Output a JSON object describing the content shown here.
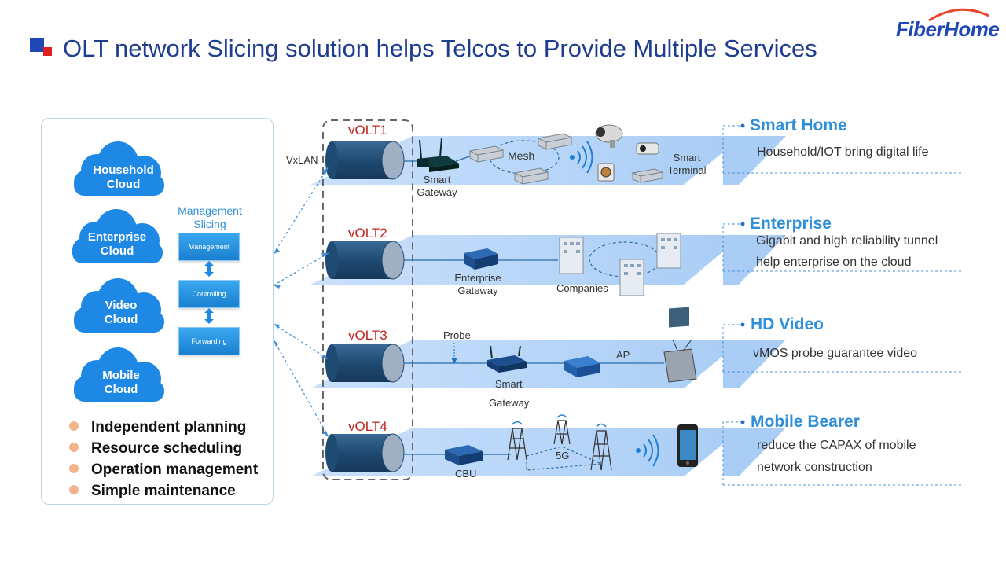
{
  "header": {
    "title": "OLT network Slicing solution helps Telcos to Provide Multiple Services",
    "logo": "FiberHome"
  },
  "clouds": [
    {
      "line1": "Household",
      "line2": "Cloud"
    },
    {
      "line1": "Enterprise",
      "line2": "Cloud"
    },
    {
      "line1": "Video",
      "line2": "Cloud"
    },
    {
      "line1": "Mobile",
      "line2": "Cloud"
    }
  ],
  "slicing": {
    "title_line1": "Management",
    "title_line2": "Slicing",
    "boxes": [
      "Management",
      "Controlling",
      "Forwarding"
    ]
  },
  "bullets": [
    "Independent planning",
    "Resource scheduling",
    "Operation management",
    "Simple maintenance"
  ],
  "volts": [
    "vOLT1",
    "vOLT2",
    "vOLT3",
    "vOLT4"
  ],
  "vxlan": "VxLAN",
  "lane1": {
    "smart_gateway_1": "Smart",
    "smart_gateway_2": "Gateway",
    "mesh": "Mesh",
    "smart_terminal_1": "Smart",
    "smart_terminal_2": "Terminal"
  },
  "lane2": {
    "enterprise_gateway_1": "Enterprise",
    "enterprise_gateway_2": "Gateway",
    "companies": "Companies"
  },
  "lane3": {
    "probe": "Probe",
    "ap": "AP",
    "smart_gateway_1": "Smart",
    "smart_gateway_2": "Gateway"
  },
  "lane4": {
    "cbu": "CBU",
    "fiveg": "5G"
  },
  "services": [
    {
      "title": "Smart Home",
      "desc": [
        "Household/IOT bring digital life"
      ]
    },
    {
      "title": "Enterprise",
      "desc": [
        "Gigabit and high reliability tunnel",
        "help enterprise on the cloud"
      ]
    },
    {
      "title": "HD Video",
      "desc": [
        "vMOS probe guarantee video"
      ]
    },
    {
      "title": "Mobile Bearer",
      "desc": [
        "reduce the CAPAX of mobile",
        "network construction"
      ]
    }
  ],
  "colors": {
    "title": "#1f3d8f",
    "accent": "#2f8fd8",
    "volt_label": "#c0201c",
    "lane": "#aacdf5",
    "cylinder": "#1f4a72"
  }
}
